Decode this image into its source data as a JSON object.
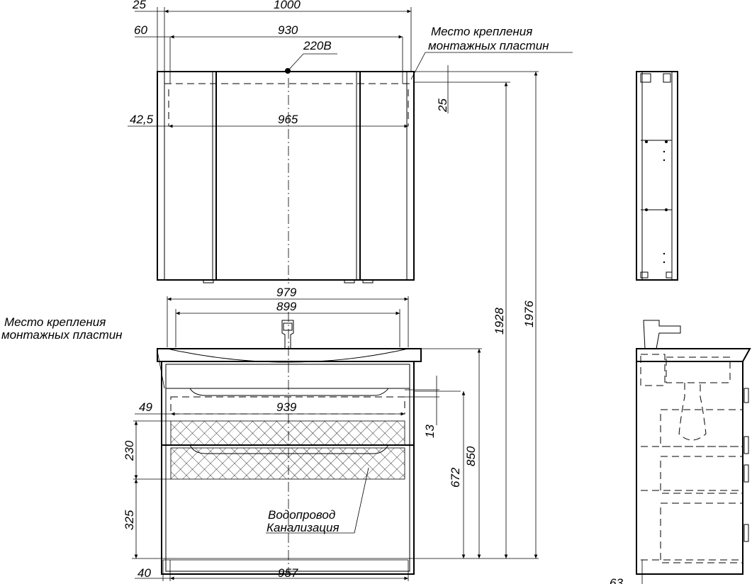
{
  "labels": {
    "mount_plates_top_1": "Место крепления",
    "mount_plates_top_2": "монтажных пластин",
    "mount_plates_left_1": "Место крепления",
    "mount_plates_left_2": "монтажных пластин",
    "power": "220В",
    "water_1": "Водопровод",
    "water_2": "Канализация"
  },
  "dimensions": {
    "d25_top": "25",
    "d1000": "1000",
    "d60": "60",
    "d930": "930",
    "d25_right": "25",
    "d42_5": "42,5",
    "d965": "965",
    "d979": "979",
    "d899": "899",
    "d1928": "1928",
    "d1976": "1976",
    "d49": "49",
    "d939": "939",
    "d13": "13",
    "d230": "230",
    "d850": "850",
    "d672": "672",
    "d325": "325",
    "d40": "40",
    "d957": "957",
    "d63": "63"
  }
}
